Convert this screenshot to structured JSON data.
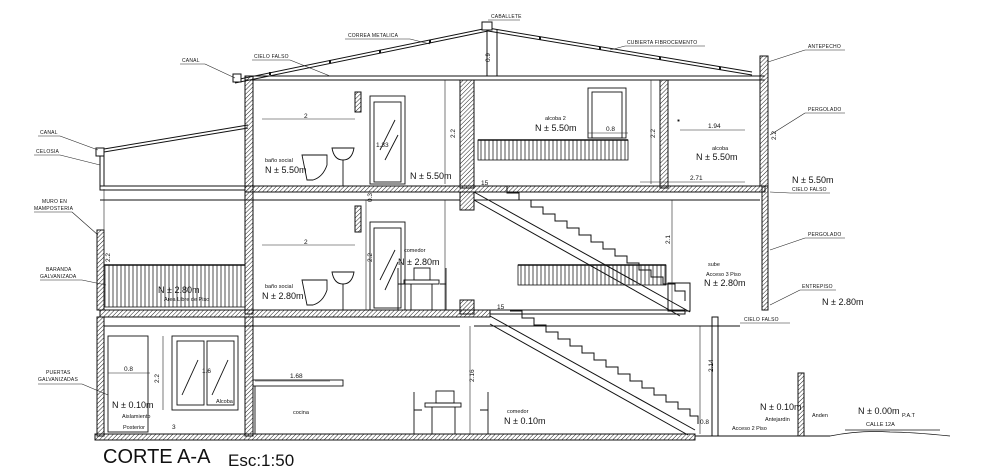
{
  "drawing": {
    "title": "CORTE A-A",
    "scale": "Esc:1:50"
  },
  "labels": {
    "caballete": "CABALLETE",
    "correa_metalica": "CORREA METALICA",
    "cubierta": "CUBIERTA FIBROCEMENTO",
    "antepecho": "ANTEPECHO",
    "cielo_falso_top": "CIELO FALSO",
    "canal_top": "CANAL",
    "canal_left": "CANAL",
    "celosia": "CELOSIA",
    "muro_1": "MURO EN",
    "muro_2": "MAMPOSTERIA",
    "baranda_1": "BARANDA",
    "baranda_2": "GALVANIZADA",
    "puertas_1": "PUERTAS",
    "puertas_2": "GALVANIZADAS",
    "pergolado_1": "PERGOLADO",
    "pergolado_2": "PERGOLADO",
    "cielo_falso_r1": "CIELO FALSO",
    "cielo_falso_r2": "CIELO FALSO",
    "entrepiso": "ENTREPISO",
    "alcoba2": "alcoba 2",
    "alcoba_r": "alcoba",
    "alcoba_lower": "Alcoba",
    "bano_social_3": "baño social",
    "bano_social_2": "baño social",
    "comedor_2": "comedor",
    "comedor_1": "comedor",
    "sube": "sube",
    "acceso3": "Acceso 3 Piso",
    "acceso2": "Acceso 2 Piso",
    "cocina": "cocina",
    "aislamiento": "Aislamiento",
    "antejardin": "Antejardin",
    "anden": "Anden",
    "posterior": "Posterior",
    "calle": "CALLE 12A",
    "pat": "P.A.T",
    "area_libre": "Area Libre de Piso"
  },
  "levels": {
    "l550a": "N ± 5.50m",
    "l550b": "N ± 5.50m",
    "l550c": "N ± 5.50m",
    "l550d": "N ± 5.50m",
    "l280a": "N ± 2.80m",
    "l280b": "N ± 2.80m",
    "l280c": "N ± 2.80m",
    "l280d": "N ± 2.80m",
    "l280e": "N ± 2.80m",
    "l010a": "N ± 0.10m",
    "l010b": "N ± 0.10m",
    "l010c": "N ± 0.10m",
    "l000": "N ± 0.00m"
  },
  "dims": {
    "d_09": "0.9",
    "d_22a": "2.2",
    "d_22b": "2.2",
    "d_22c": "2.2",
    "d_22d": "2.2",
    "d_22e": "2.2",
    "d_22f": "2.2",
    "d_2a": "2",
    "d_2b": "2",
    "d_133": "1.33",
    "d_08a": "0.8",
    "d_08b": "0.8",
    "d_08c": "0.8",
    "d_03": "0.3",
    "d_194": "1.94",
    "d_271": "2.71",
    "d_15a": "15",
    "d_15b": "15",
    "d_21": "2.1",
    "d_214": "2.14",
    "d_216": "2.16",
    "d_168": "1.68",
    "d_16": "1.6",
    "d_3": "3"
  }
}
